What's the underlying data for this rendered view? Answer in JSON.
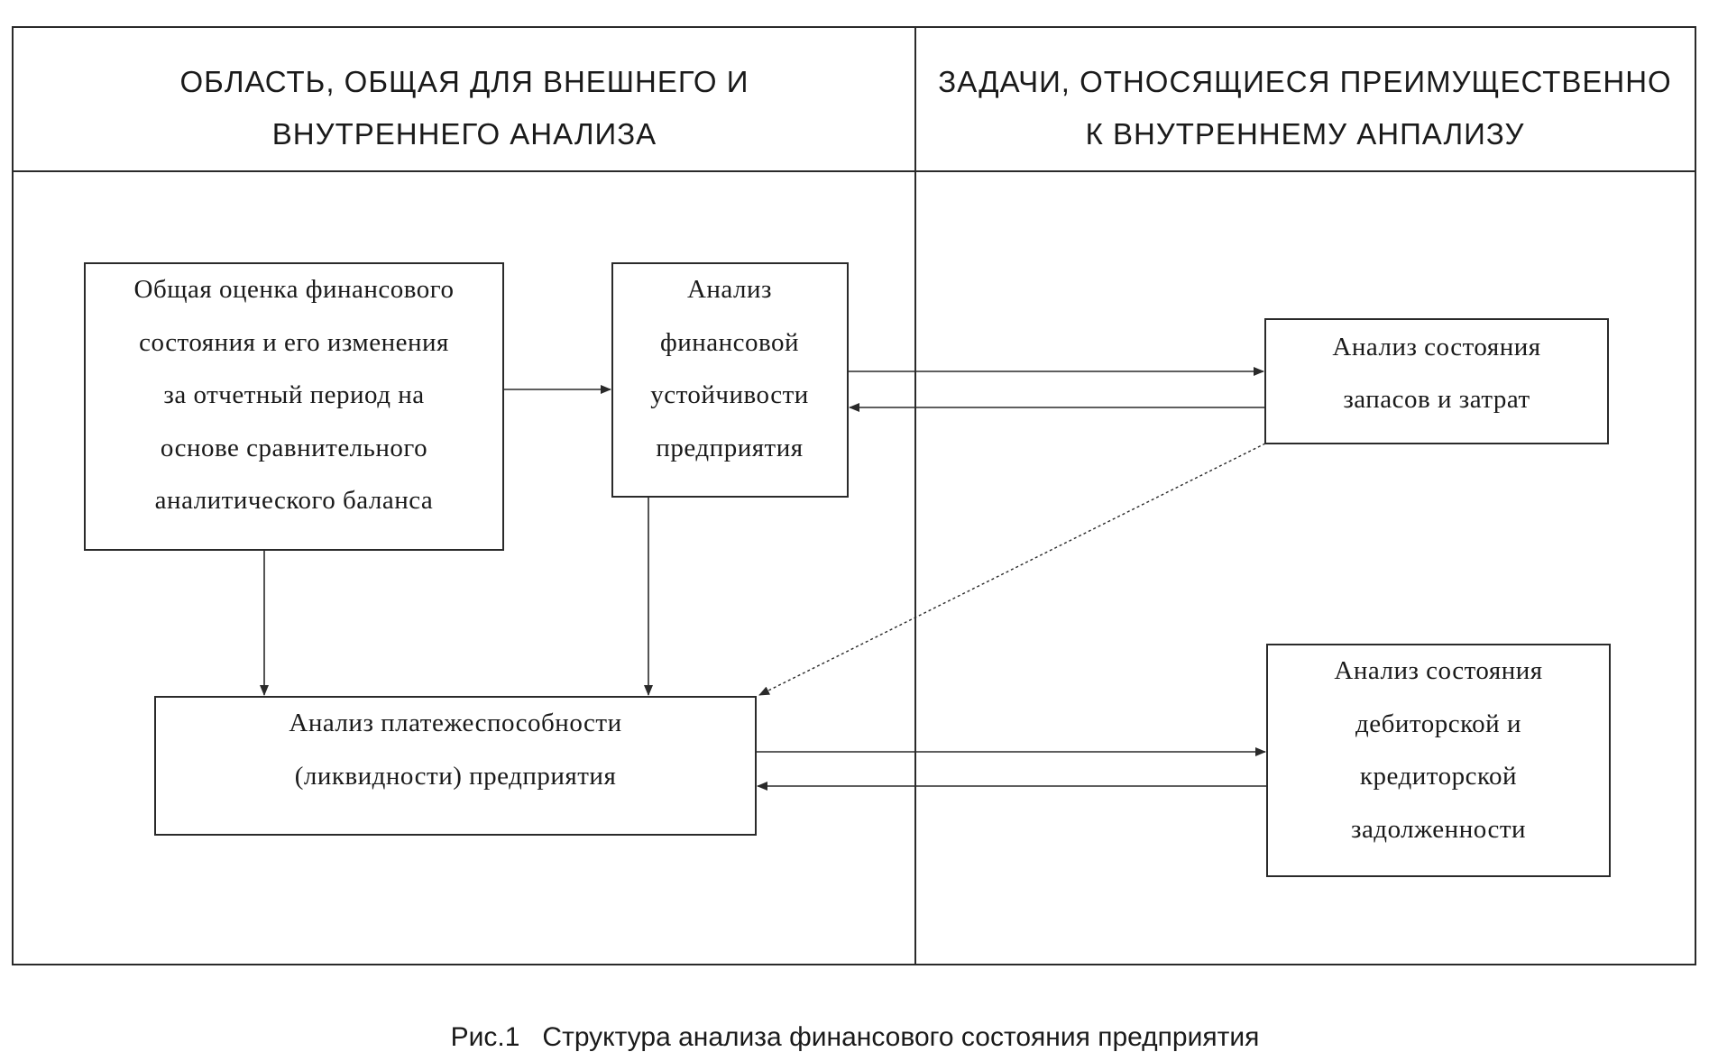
{
  "headers": {
    "left": [
      "ОБЛАСТЬ, ОБЩАЯ   ДЛЯ   ВНЕШНЕГО   И",
      "ВНУТРЕННЕГО   АНАЛИЗА"
    ],
    "right": [
      "ЗАДАЧИ, ОТНОСЯЩИЕСЯ ПРЕИМУЩЕСТВЕННО",
      "К ВНУТРЕННЕМУ АНПАЛИЗУ"
    ]
  },
  "boxes": {
    "general_assessment": [
      "Общая оценка финансового",
      "состояния и его изменения",
      "за отчетный период на",
      "основе сравнительного",
      "аналитического баланса"
    ],
    "financial_stability": [
      "Анализ",
      "финансовой",
      "устойчивости",
      "предприятия"
    ],
    "solvency": [
      "Анализ платежеспособности",
      "(ликвидности) предприятия"
    ],
    "inventory": [
      "Анализ состояния",
      "запасов и затрат"
    ],
    "receivables": [
      "Анализ состояния",
      "дебиторской и",
      "кредиторской",
      "задолженности"
    ]
  },
  "caption": "Рис.1   Структура анализа финансового состояния предприятия"
}
